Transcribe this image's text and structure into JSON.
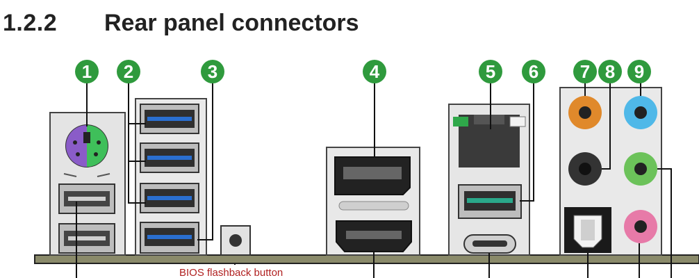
{
  "heading": {
    "number": "1.2.2",
    "title": "Rear panel connectors"
  },
  "callouts": [
    "1",
    "2",
    "3",
    "4",
    "5",
    "6",
    "7",
    "8",
    "9"
  ],
  "labels": {
    "bios_flashback": "BIOS flashback button"
  },
  "colors": {
    "callout_fill": "#2f9a3d",
    "usb3_blue": "#2a6fd0",
    "usb32_teal": "#2aa88a",
    "ps2_purple": "#8a5cc8",
    "ps2_green": "#3fbf5a",
    "audio_orange": "#e0892b",
    "audio_blue": "#4fb8e8",
    "audio_green": "#6cc25a",
    "audio_pink": "#e77aa8",
    "bios_label": "#b02020"
  }
}
